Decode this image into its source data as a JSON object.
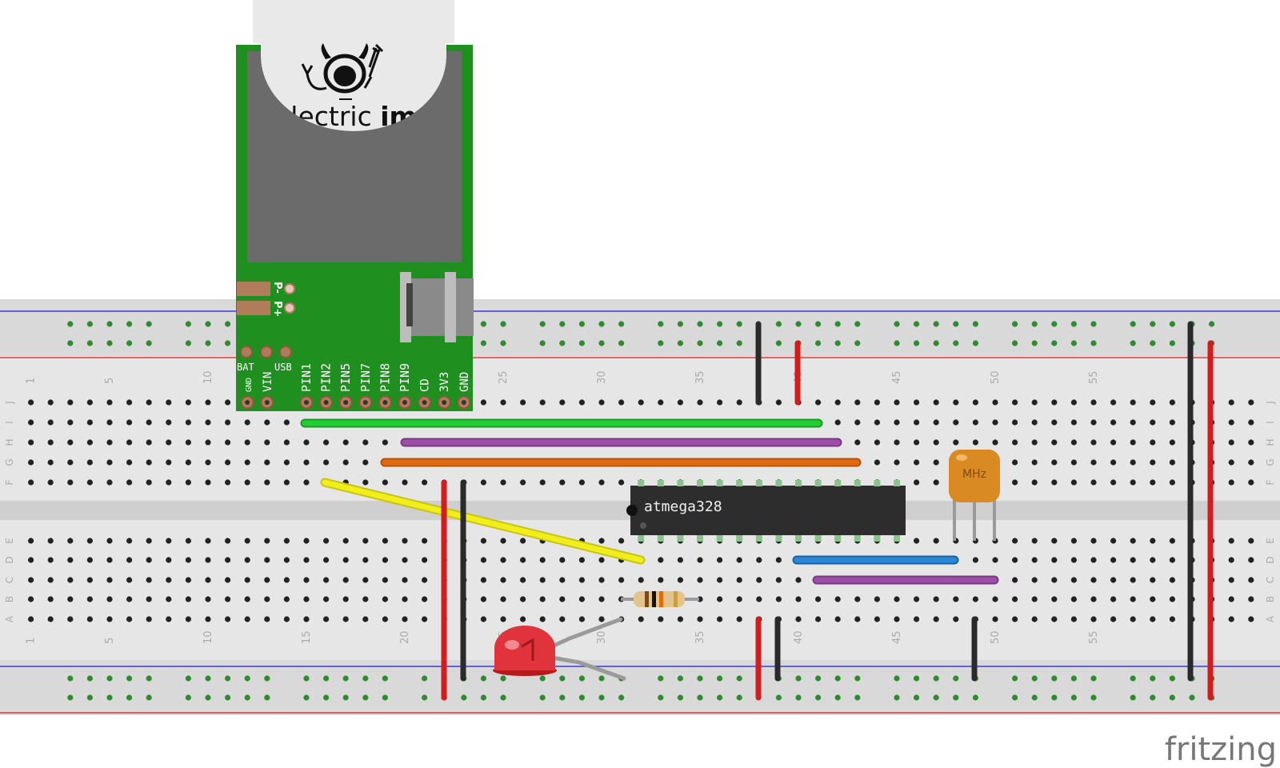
{
  "breadboard": {
    "column_numbers": [
      "1",
      "5",
      "10",
      "15",
      "20",
      "25",
      "30",
      "35",
      "40",
      "45",
      "50",
      "55"
    ],
    "row_letters_top": [
      "J",
      "I",
      "H",
      "G",
      "F"
    ],
    "row_letters_bottom": [
      "E",
      "D",
      "C",
      "B",
      "A"
    ]
  },
  "imp": {
    "card_brand_regular": "electric ",
    "card_brand_bold": "imp",
    "side_labels": [
      "P-",
      "P+"
    ],
    "top_labels": [
      "BAT",
      "USB"
    ],
    "pin_labels": [
      "GND",
      "VIN",
      "PIN1",
      "PIN2",
      "PIN5",
      "PIN7",
      "PIN8",
      "PIN9",
      "CD",
      "3V3",
      "GND"
    ]
  },
  "chip": {
    "label": "atmega328"
  },
  "resonator": {
    "label": "MHz"
  },
  "brand": {
    "label": "fritzing"
  },
  "colors": {
    "breadboard": "#d9d9d9",
    "rail_blue": "#3b3bd6",
    "rail_red": "#d63b3b",
    "imp_pcb": "#1f8f1f",
    "wire_green": "#22cc33",
    "wire_purple": "#9b4fa6",
    "wire_orange": "#e06a10",
    "wire_yellow": "#f2ee1a",
    "wire_blue": "#2b86d6",
    "wire_red": "#d11d1d",
    "wire_black": "#2a2a2a"
  }
}
